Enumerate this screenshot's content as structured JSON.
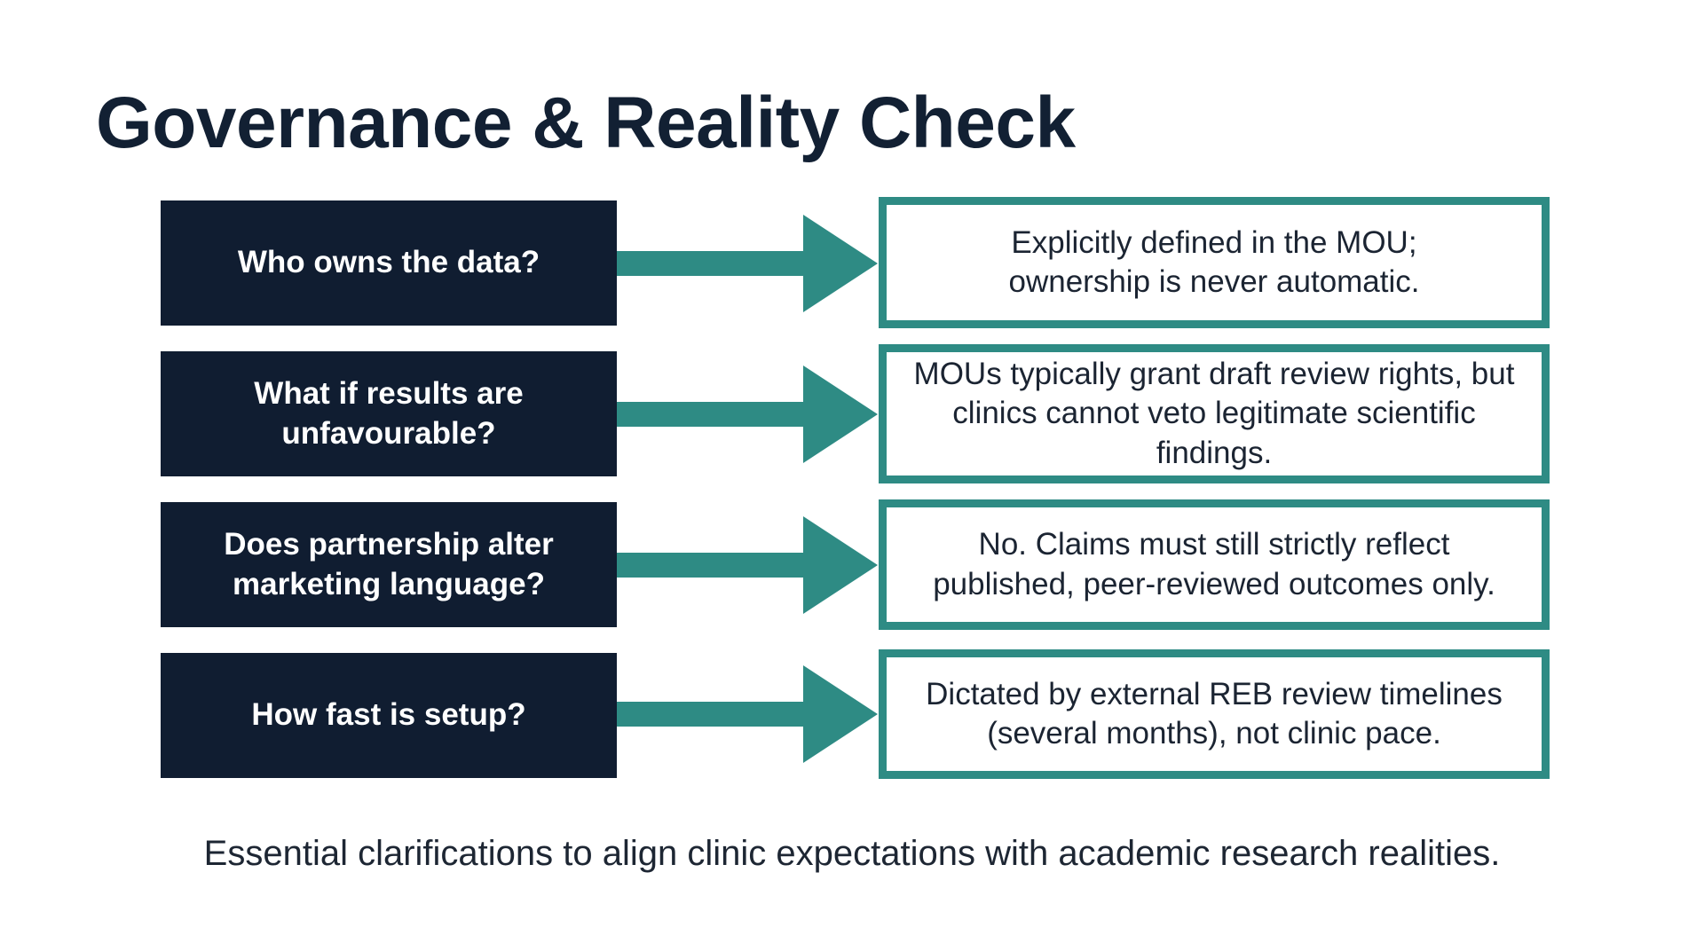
{
  "title": "Governance & Reality Check",
  "colors": {
    "question_bg": "#101d31",
    "accent_teal": "#2e8b84",
    "answer_bg": "#ffffff"
  },
  "rows": [
    {
      "question": "Who owns the data?",
      "answer": "Explicitly defined in the MOU; ownership is never automatic."
    },
    {
      "question": "What if results are unfavourable?",
      "answer": "MOUs typically grant draft review rights, but clinics cannot veto legitimate scientific findings."
    },
    {
      "question": "Does partnership alter marketing language?",
      "answer": "No. Claims must still strictly reflect published, peer-reviewed outcomes only."
    },
    {
      "question": "How fast is setup?",
      "answer": "Dictated by external REB review timelines (several months), not clinic pace."
    }
  ],
  "footer": "Essential clarifications to align clinic expectations with academic research realities."
}
